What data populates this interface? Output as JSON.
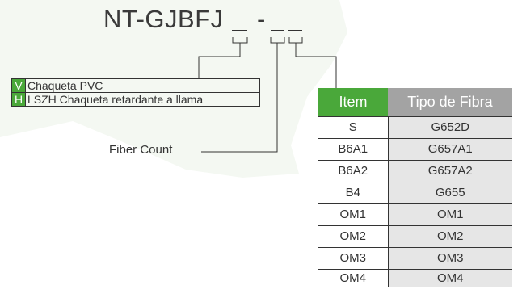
{
  "model": {
    "code": "NT-GJBFJ",
    "separator": "-"
  },
  "jacket_options": [
    {
      "code": "V",
      "label": "Chaqueta PVC"
    },
    {
      "code": "H",
      "label": "LSZH Chaqueta retardante a llama"
    }
  ],
  "fiber_count_label": "Fiber Count",
  "fiber_table": {
    "headers": {
      "item": "Item",
      "type": "Tipo de Fibra"
    },
    "rows": [
      {
        "item": "S",
        "type": "G652D"
      },
      {
        "item": "B6A1",
        "type": "G657A1"
      },
      {
        "item": "B6A2",
        "type": "G657A2"
      },
      {
        "item": "B4",
        "type": "G655"
      },
      {
        "item": "OM1",
        "type": "OM1"
      },
      {
        "item": "OM2",
        "type": "OM2"
      },
      {
        "item": "OM3",
        "type": "OM3"
      },
      {
        "item": "OM4",
        "type": "OM4"
      }
    ]
  },
  "colors": {
    "brand_green": "#4aa83a",
    "header_gray": "#a3a3a3",
    "cell_gray": "#e6e6e6",
    "background_tint": "#f4f8f2",
    "line": "#333333"
  }
}
